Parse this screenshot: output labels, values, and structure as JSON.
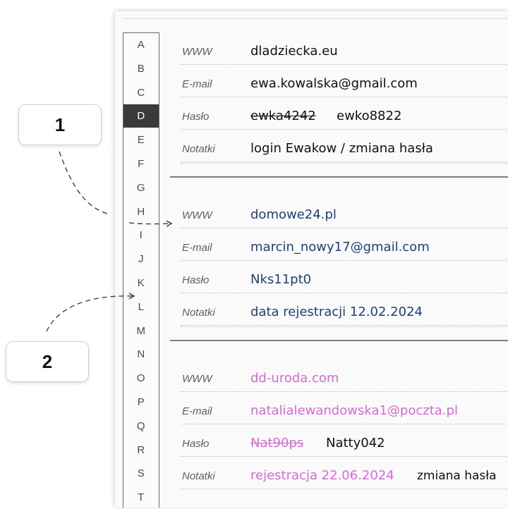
{
  "callouts": [
    "1",
    "2"
  ],
  "alphabet": [
    "A",
    "B",
    "C",
    "D",
    "E",
    "F",
    "G",
    "H",
    "I",
    "J",
    "K",
    "L",
    "M",
    "N",
    "O",
    "P",
    "Q",
    "R",
    "S",
    "T"
  ],
  "active_letter": "D",
  "labels": {
    "www": "WWW",
    "email": "E-mail",
    "password": "Hasło",
    "notes": "Notatki"
  },
  "entries": [
    {
      "color": "#111111",
      "www": "dladziecka.eu",
      "email": "ewa.kowalska@gmail.com",
      "password_old": "ewka4242",
      "password_new": "ewko8822",
      "notes": "login Ewakow / zmiana hasła",
      "notes_extra": ""
    },
    {
      "color": "#1f3f7a",
      "www": "domowe24.pl",
      "email": "marcin_nowy17@gmail.com",
      "password_old": "",
      "password_new": "Nks11pt0",
      "notes": "data rejestracji 12.02.2024",
      "notes_extra": ""
    },
    {
      "color": "#d46ad8",
      "www": "dd-uroda.com",
      "email": "natalialewandowska1@poczta.pl",
      "password_old": "Nat90ps",
      "password_new": "Natty042",
      "notes": "rejestracja 22.06.2024",
      "notes_extra": "zmiana hasła"
    }
  ]
}
